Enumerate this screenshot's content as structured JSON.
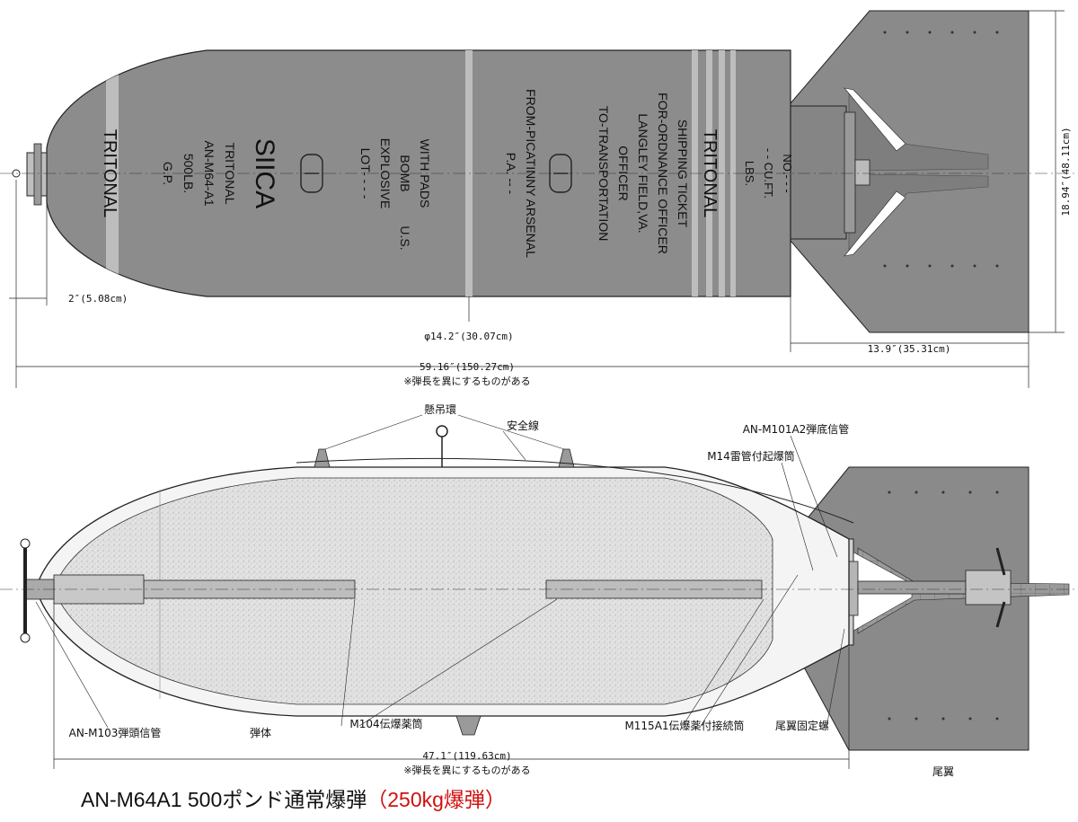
{
  "top_view": {
    "markings": {
      "nose_band": "TRITONAL",
      "col1": [
        "G.P.",
        "500LB.",
        "AN-M64-A1",
        "TRITONAL"
      ],
      "big": "SIICA",
      "col2": [
        "LOT-  -  -  -",
        "EXPLOSIVE",
        "BOMB",
        "WITH PADS"
      ],
      "col2b": "U.S.",
      "col3": [
        "P.A.   --  -",
        "FROM-PICATINNY  ARSENAL"
      ],
      "col4": [
        "TO-TRANSPORTATION",
        "OFFICER",
        "LANGLEY  FIELD,VA.",
        "FOR-ORDNANCE  OFFICER",
        "SHIPPING  TICKET"
      ],
      "tail_band": "TRITONAL",
      "col5": [
        "LBS.",
        "-  -  CU.FT.",
        "NO.-  -  -"
      ]
    },
    "dims": {
      "nose": "2″(5.08cm)",
      "diameter": "φ14.2″(30.07cm)",
      "tail": "13.9″(35.31cm)",
      "total": "59.16″(150.27cm)",
      "total_note": "※弾長を異にするものがある",
      "height": "18.94″(48.11cm)"
    }
  },
  "section_view": {
    "labels": {
      "suspension_lug": "懸吊環",
      "safety_wire": "安全線",
      "tail_fuze": "AN-M101A2弾底信管",
      "detonator": "M14雷管付起爆筒",
      "nose_fuze": "AN-M103弾頭信管",
      "body": "弾体",
      "booster": "M104伝爆薬筒",
      "adapter": "M115A1伝爆薬付接続筒",
      "fin_screw": "尾翼固定螺",
      "fin": "尾翼"
    },
    "dims": {
      "body_length": "47.1″(119.63cm)",
      "body_note": "※弾長を異にするものがある"
    }
  },
  "title": {
    "main": "AN-M64A1 500ポンド通常爆弾",
    "sub": "（250kg爆弾）",
    "sub_color": "#d01010"
  },
  "colors": {
    "bomb_body": "#8c8c8c",
    "band": "#bdbdbd",
    "fin": "#8a8a8a",
    "filler": "#d9d9d9"
  }
}
